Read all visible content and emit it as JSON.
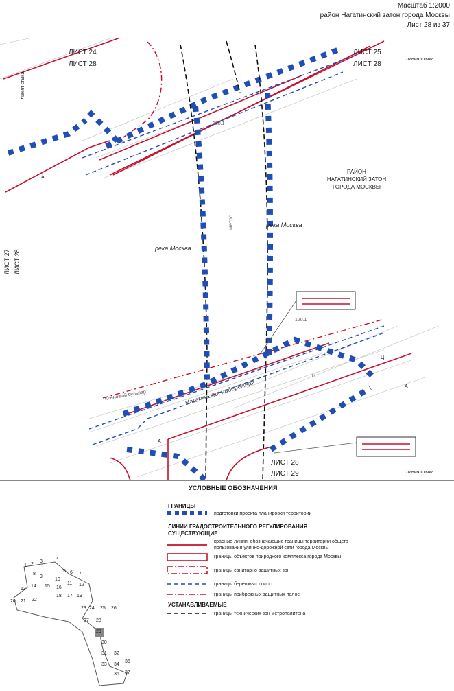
{
  "header": {
    "scale": "Масштаб 1:2000",
    "district": "район Нагатинский затон города Москвы",
    "sheet": "Лист 28 из 37"
  },
  "map": {
    "sheet_top_left": [
      "ЛИСТ 24",
      "ЛИСТ 28"
    ],
    "sheet_top_right": [
      "ЛИСТ 25",
      "ЛИСТ 28"
    ],
    "sheet_left": [
      "ЛИСТ 27",
      "ЛИСТ 28"
    ],
    "sheet_bottom": [
      "ЛИСТ 28",
      "ЛИСТ 29"
    ],
    "junction_line_label": "линия стыка",
    "district_label": [
      "РАЙОН",
      "НАГАТИНСКИЙ ЗАТОН",
      "ГОРОДА МОСКВЫ"
    ],
    "river_label": "река Москва",
    "metro_label": "метро",
    "embankment_label": "Нагатинская набережная",
    "park_label": "\"Кленовый бульвар\"",
    "elev_labels": [
      "120.1",
      "120.1"
    ],
    "road_labels": [
      "А",
      "Ц",
      "А",
      "Ц",
      "А"
    ]
  },
  "legend": {
    "title": "УСЛОВНЫЕ ОБОЗНАЧЕНИЯ",
    "borders_heading": "ГРАНИЦЫ",
    "borders_item": "подготовки проекта планировки территории",
    "regulation_heading": [
      "ЛИНИИ ГРАДОСТРОИТЕЛЬНОГО РЕГУЛИРОВАНИЯ",
      "СУЩЕСТВУЮЩИЕ"
    ],
    "existing_items": [
      "красные линии, обозначающие границы территории общего пользования улично-дорожной сети города Москвы",
      "границы объектов природного комплекса города Москвы",
      "границы санитарно-защитных зон",
      "границы береговых полос",
      "границы прибрежных защитных полос"
    ],
    "established_heading": "УСТАНАВЛИВАЕМЫЕ",
    "established_items": [
      "границы технических зон метрополитена"
    ]
  },
  "keymap": {
    "numbers": [
      "1",
      "2",
      "3",
      "4",
      "5",
      "6",
      "7",
      "8",
      "9",
      "10",
      "11",
      "12",
      "13",
      "14",
      "15",
      "16",
      "17",
      "18",
      "19",
      "20",
      "21",
      "22",
      "23",
      "24",
      "25",
      "26",
      "27",
      "28",
      "29",
      "30",
      "31",
      "32",
      "33",
      "34",
      "35",
      "36",
      "37"
    ]
  },
  "colors": {
    "boundary_blue": "#1f4fb5",
    "red_line": "#c8102e",
    "metro_black": "#111111",
    "coast_blue": "#1f4fb5"
  }
}
